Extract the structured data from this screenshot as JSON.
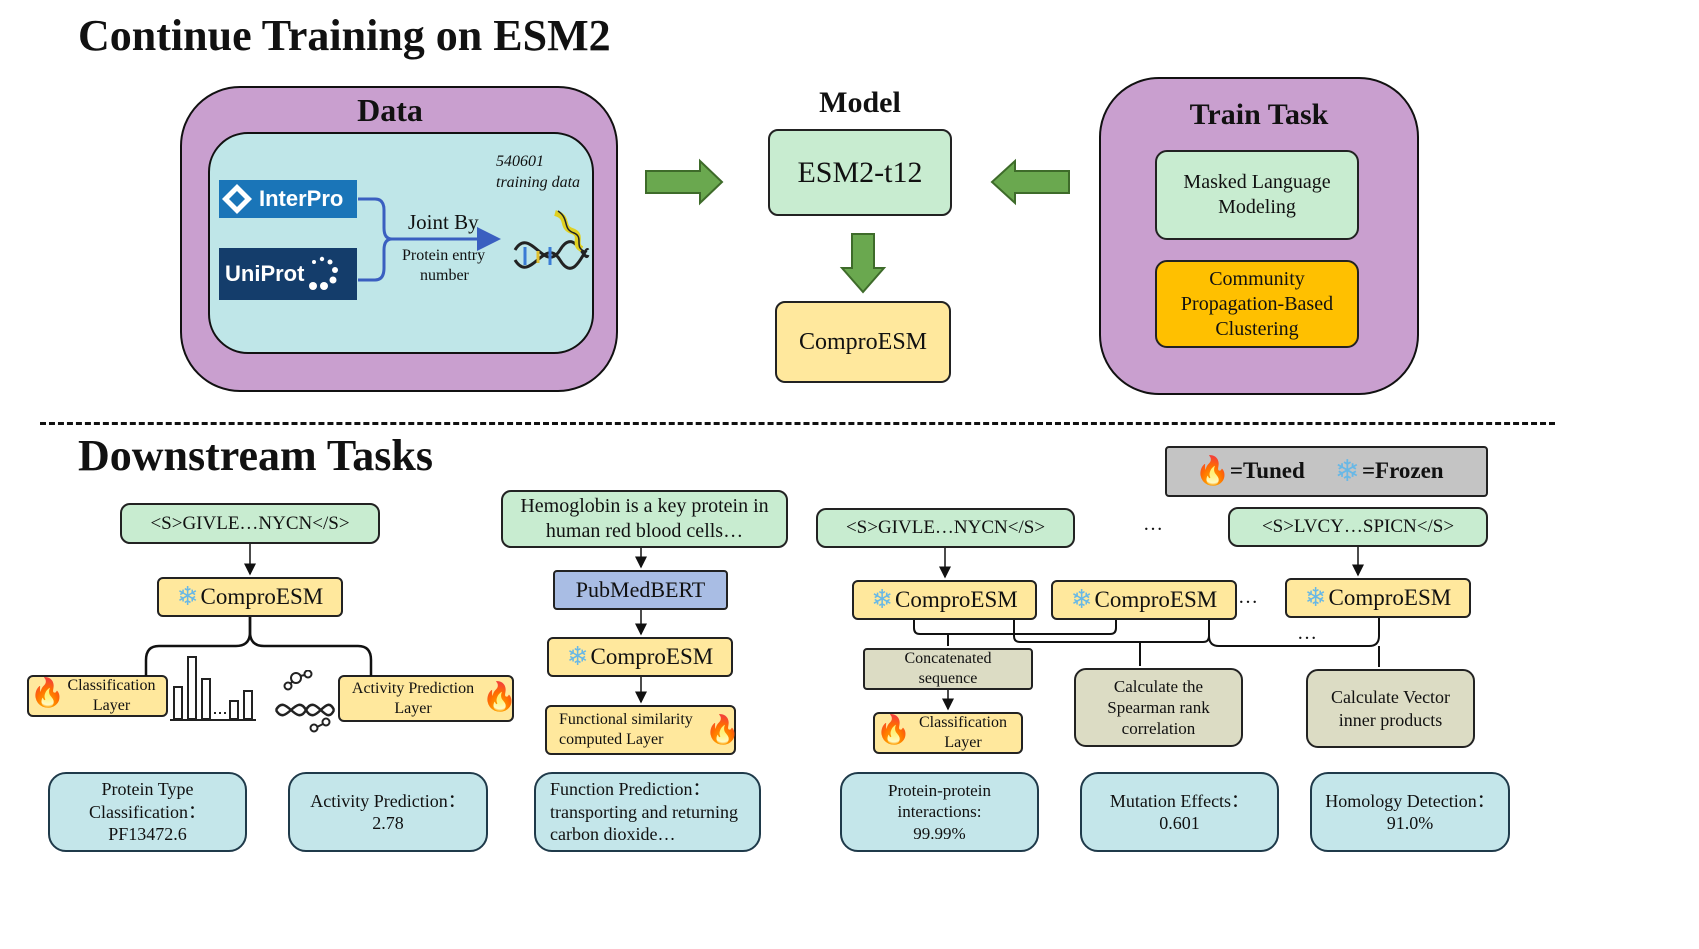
{
  "top_section": {
    "title": "Continue Training on ESM2",
    "data_panel": {
      "title": "Data",
      "interpro_label": "InterPro",
      "uniprot_label": "UniProt",
      "joint_by": "Joint By",
      "joint_detail_1": "Protein entry",
      "joint_detail_2": "number",
      "training_count": "540601",
      "training_label": "training data"
    },
    "model_panel": {
      "title": "Model",
      "base_model": "ESM2-t12",
      "output_model": "ComproESM"
    },
    "train_task_panel": {
      "title": "Train Task",
      "task_1": "Masked Language Modeling",
      "task_2": "Community Propagation-Based Clustering"
    }
  },
  "bottom_section": {
    "title": "Downstream Tasks",
    "legend": {
      "tuned": "=Tuned",
      "frozen": "=Frozen"
    },
    "task_1": {
      "input": "<S>GIVLE…NYCN</S>",
      "model": "ComproESM",
      "layer_a": "Classification Layer",
      "layer_b": "Activity Prediction Layer",
      "result_a_1": "Protein Type",
      "result_a_2": "Classification：",
      "result_a_3": "PF13472.6",
      "result_b_1": "Activity Prediction：",
      "result_b_2": "2.78"
    },
    "task_2": {
      "input": "Hemoglobin is a key protein in human red blood cells…",
      "encoder": "PubMedBERT",
      "model": "ComproESM",
      "layer": "Functional similarity computed Layer",
      "result_1": "Function Prediction：",
      "result_2": "transporting and returning",
      "result_3": "carbon dioxide…"
    },
    "task_3": {
      "input": "<S>GIVLE…NYCN</S>",
      "dots_top": "…",
      "model_1": "ComproESM",
      "model_2": "ComproESM",
      "dots_mid": "…",
      "concat": "Concatenated sequence",
      "layer": "Classification Layer",
      "calc": "Calculate the Spearman rank correlation",
      "result_ppi_1": "Protein-protein",
      "result_ppi_2": "interactions:",
      "result_ppi_3": "99.99%",
      "result_mut_1": "Mutation Effects：",
      "result_mut_2": "0.601"
    },
    "task_4": {
      "input": "<S>LVCY…SPICN</S>",
      "model": "ComproESM",
      "dots": "…",
      "calc": "Calculate Vector inner products",
      "result_1": "Homology Detection：",
      "result_2": "91.0%"
    }
  }
}
